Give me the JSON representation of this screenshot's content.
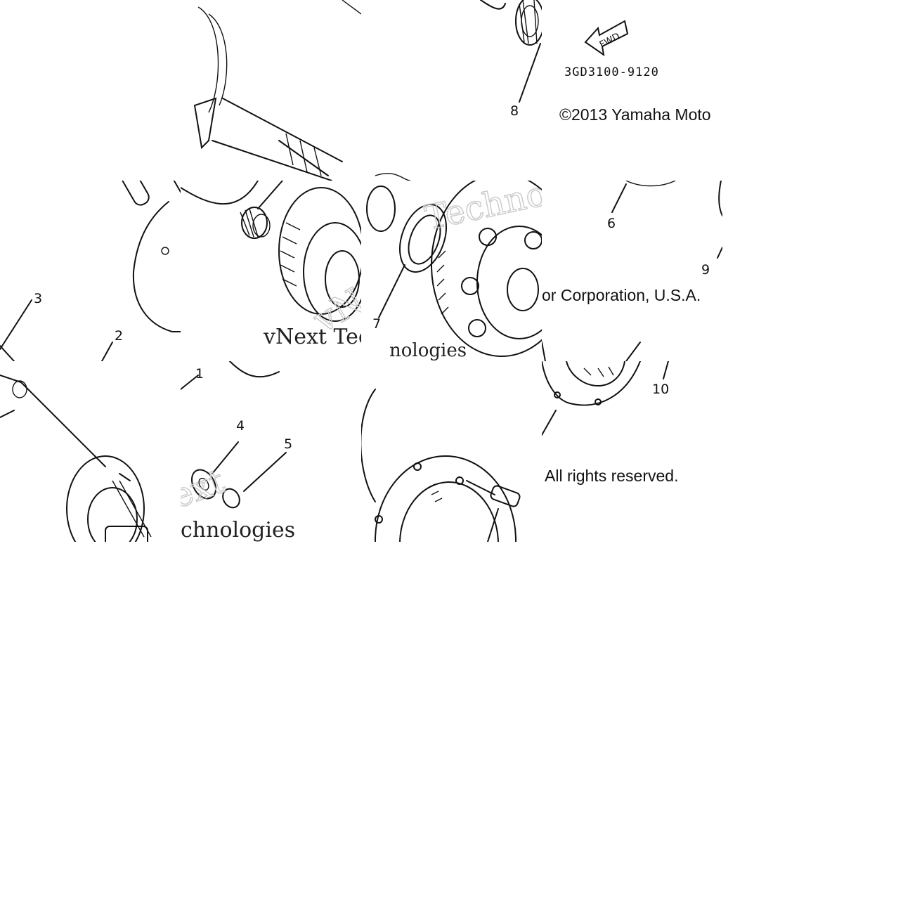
{
  "diagram": {
    "code": "3GD3100-9120",
    "fwd_label": "FWD",
    "copyright_line1": "©2013 Yamaha Moto",
    "copyright_line2": "or Corporation, U.S.A.",
    "copyright_line3": "All rights reserved.",
    "callouts": [
      "1",
      "2",
      "3",
      "4",
      "5",
      "6",
      "7",
      "8",
      "9",
      "10"
    ],
    "watermark": {
      "a": "vNext Tec",
      "b": "Techno",
      "c": "vNe",
      "d": "nologies",
      "e": "ext",
      "f": "chnologies"
    }
  }
}
